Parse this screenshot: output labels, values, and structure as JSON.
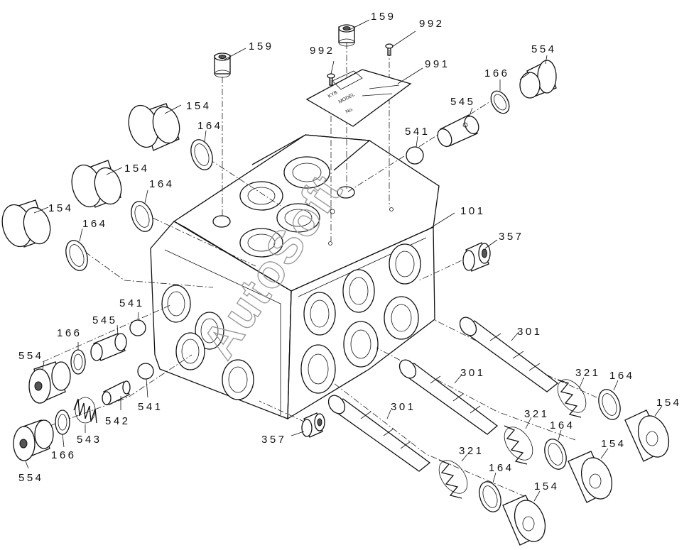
{
  "diagram": {
    "watermark": "AutoSoft",
    "labels": {
      "l159a": "159",
      "l159b": "159",
      "l992a": "992",
      "l992b": "992",
      "l991": "991",
      "l554a": "554",
      "l166a": "166",
      "l545a": "545",
      "l541a": "541",
      "l101": "101",
      "l357a": "357",
      "l154a": "154",
      "l164a": "164",
      "l154b": "154",
      "l164b": "164",
      "l154c": "154",
      "l164c": "164",
      "l541b": "541",
      "l545b": "545",
      "l166b": "166",
      "l554b": "554",
      "l543": "543",
      "l542": "542",
      "l541c": "541",
      "l166c": "166",
      "l554c": "554",
      "l357b": "357",
      "l301a": "301",
      "l301b": "301",
      "l301c": "301",
      "l321a": "321",
      "l321b": "321",
      "l321c": "321",
      "l164d": "164",
      "l154d": "154",
      "l164e": "164",
      "l154e": "154",
      "l164f": "164",
      "l154f": "154"
    }
  }
}
